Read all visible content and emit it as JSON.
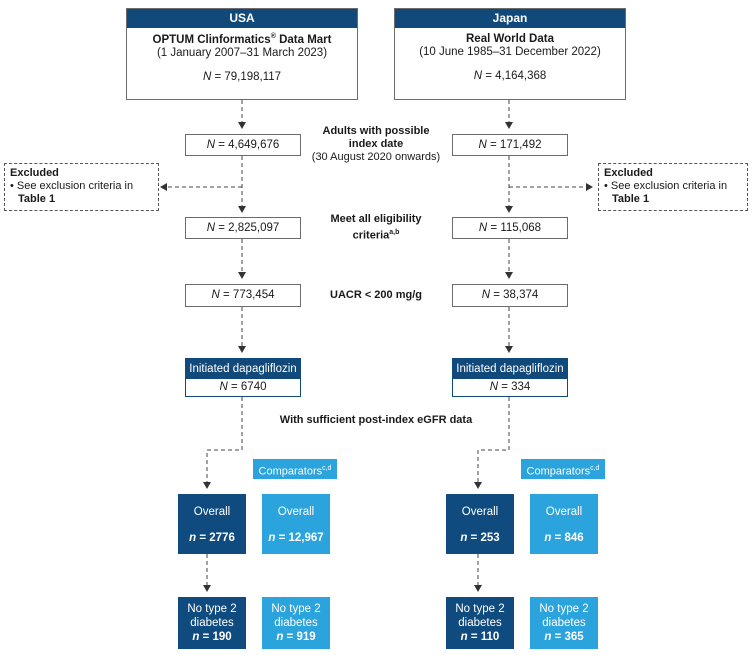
{
  "usa": {
    "header": "USA",
    "source_title": "OPTUM Clinformatics",
    "source_title_sup": "®",
    "source_title_tail": " Data Mart",
    "period": "(1 January 2007–31 March 2023)",
    "n_label": "N",
    "n_total": " = 79,198,117",
    "n_adults": " = 4,649,676",
    "n_eligible": " = 2,825,097",
    "n_uacr": " = 773,454",
    "dapa_label": "Initiated dapagliflozin",
    "n_dapa": " = 6740",
    "overall_label": "Overall",
    "overall_n": "n",
    "overall_value": " = 2776",
    "comp_overall_label": "Overall",
    "comp_overall_value": " = 12,967",
    "no_t2d_line1": "No type 2",
    "no_t2d_line2": "diabetes",
    "no_t2d_value": " = 190",
    "comp_no_t2d_value": " = 919"
  },
  "japan": {
    "header": "Japan",
    "source_title": "Real World Data",
    "period": "(10 June 1985–31 December 2022)",
    "n_label": "N",
    "n_total": " = 4,164,368",
    "n_adults": " = 171,492",
    "n_eligible": " = 115,068",
    "n_uacr": " = 38,374",
    "dapa_label": "Initiated dapagliflozin",
    "n_dapa": " = 334",
    "overall_label": "Overall",
    "overall_n": "n",
    "overall_value": " = 253",
    "comp_overall_label": "Overall",
    "comp_overall_value": " = 846",
    "no_t2d_line1": "No type 2",
    "no_t2d_line2": "diabetes",
    "no_t2d_value": " = 110",
    "comp_no_t2d_value": " = 365"
  },
  "steps": {
    "adults_line1": "Adults with possible",
    "adults_line2": "index date",
    "adults_line3": "(30 August 2020 onwards)",
    "eligible_line1": "Meet all eligibility",
    "eligible_line2": "criteria",
    "eligible_sup": "a,b",
    "uacr": "UACR < 200 mg/g",
    "sufficient": "With sufficient post-index eGFR data"
  },
  "excluded": {
    "title": "Excluded",
    "bullet": "• See exclusion criteria in",
    "table_ref": "Table 1"
  },
  "comparators": {
    "label": "Comparators",
    "sup": "c,d"
  },
  "colors": {
    "dark_blue": "#0f4b7f",
    "header_blue": "#10497a",
    "light_blue": "#2ba3dc"
  }
}
